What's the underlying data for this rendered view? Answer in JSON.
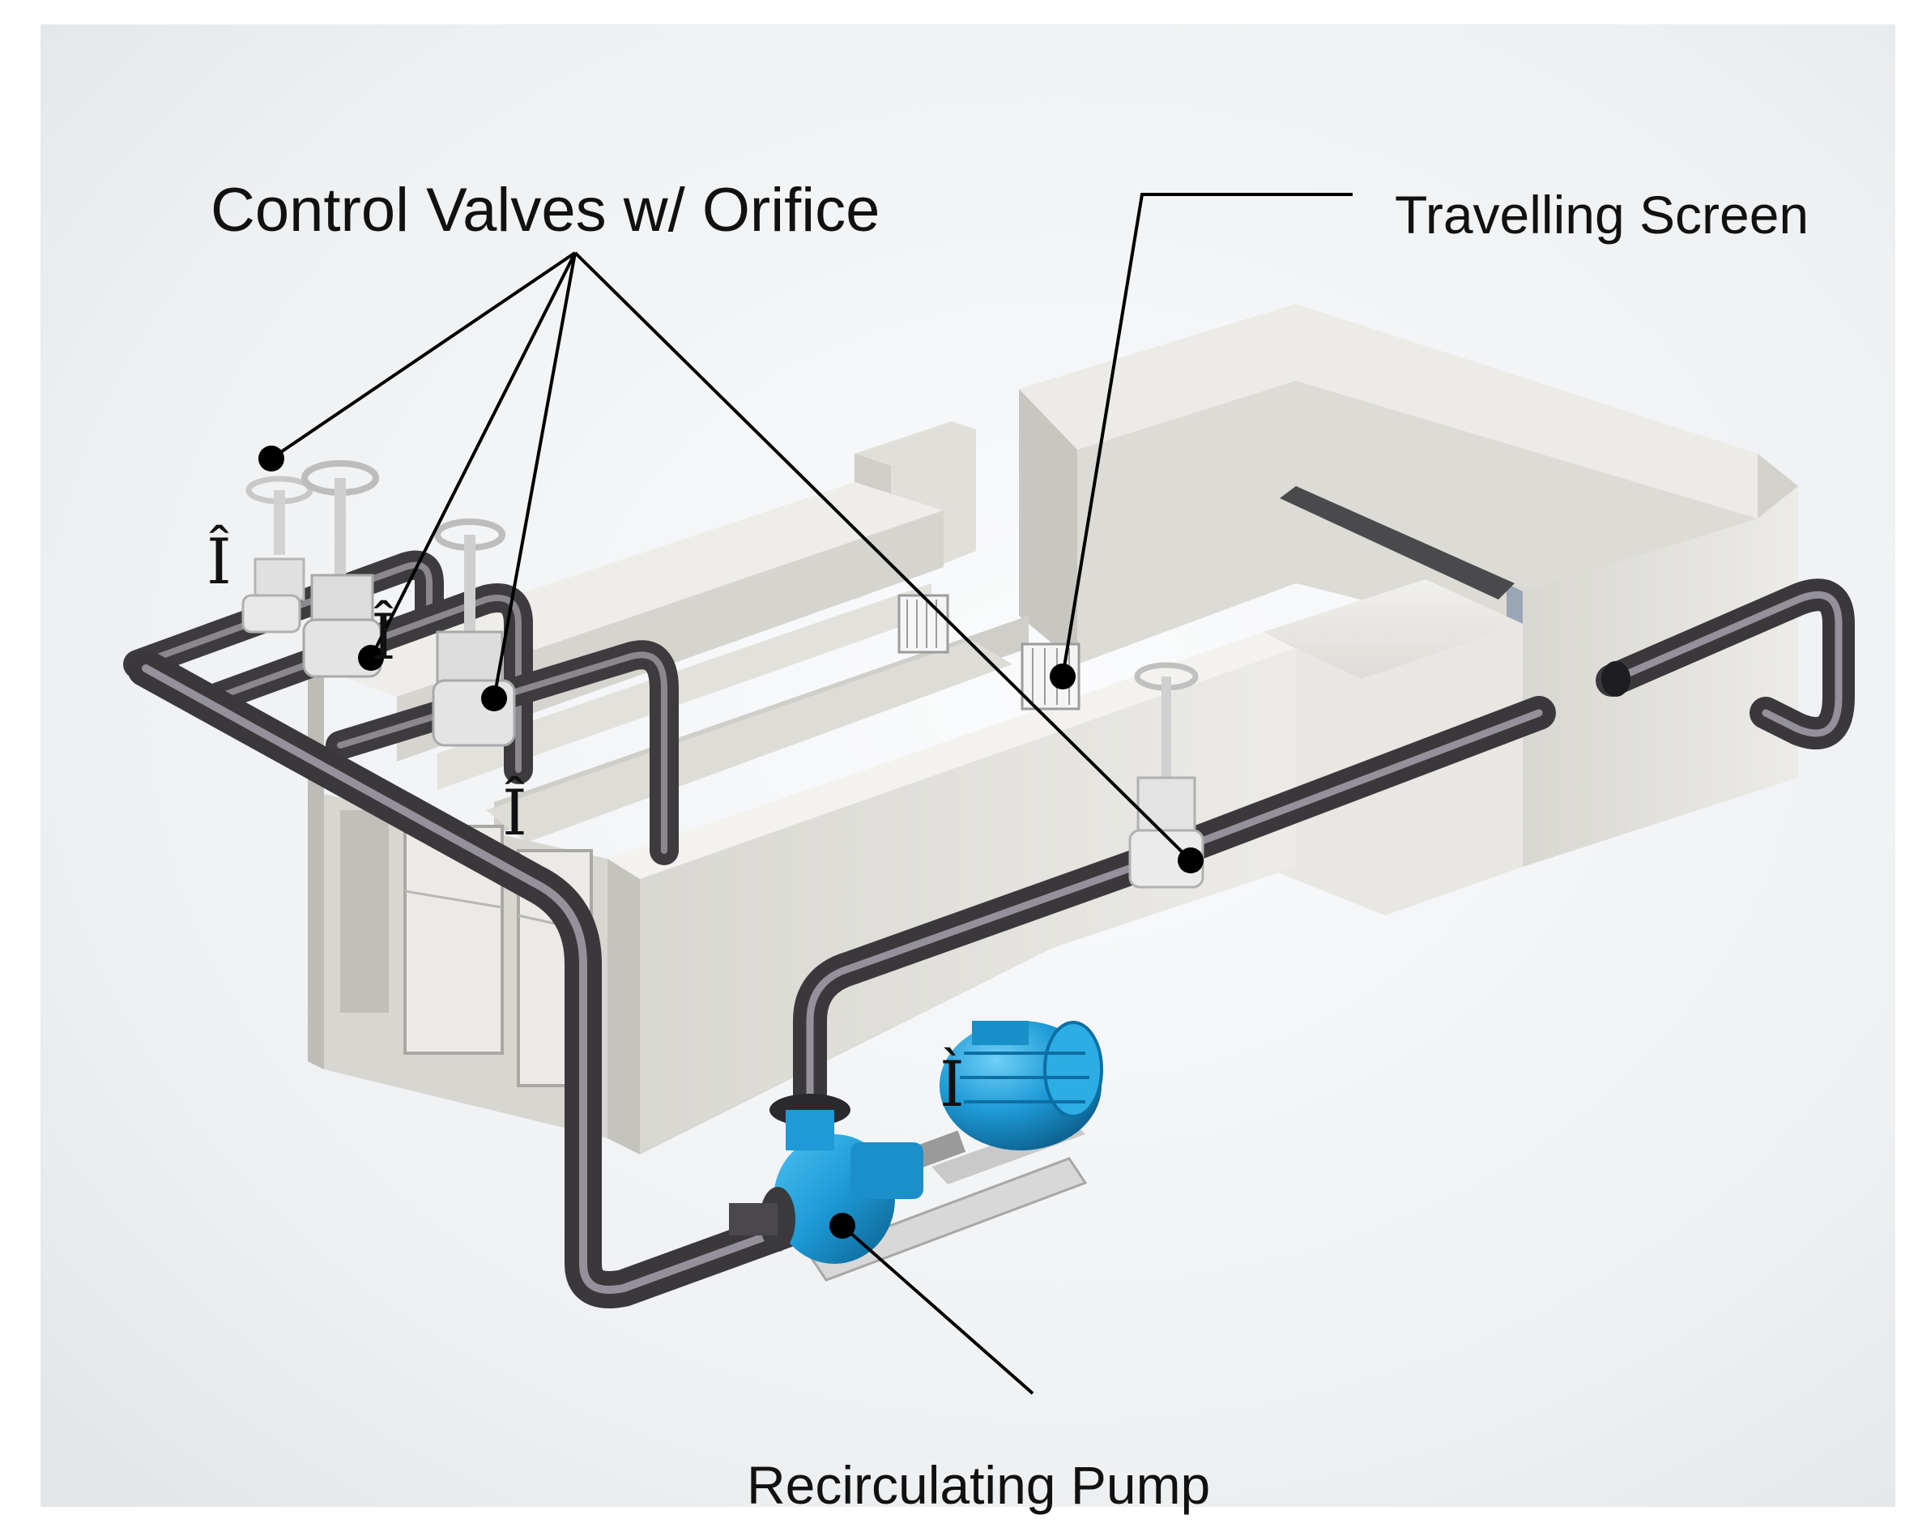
{
  "labels": {
    "control_valves": "Control Valves w/ Orifice",
    "travelling_screen": "Travelling Screen",
    "recirculating_pump": "Recirculating Pump"
  },
  "flow_markers": {
    "marker_1": "Î",
    "marker_2": "Î",
    "marker_3": "Î",
    "marker_4": "Ì"
  },
  "colors": {
    "background": "#ffffff",
    "backdrop_gradient_light": "#f4f5f7",
    "backdrop_gradient_dark": "#e4e7ea",
    "concrete": "#e6e5e0",
    "concrete_shade": "#c9c8c3",
    "concrete_dark": "#b3b3ae",
    "pipe": "#4f4d50",
    "pipe_highlight": "#8f8c91",
    "pump_blue": "#1e9ad6",
    "pump_blue_dark": "#0d6fa3",
    "valve": "#dcdcdc",
    "leader_line": "#000000"
  },
  "icons": {
    "valve": "handwheel-gate-valve-icon",
    "pump": "centrifugal-pump-icon",
    "screen": "travelling-screen-icon",
    "callout_dot": "filled-circle"
  }
}
